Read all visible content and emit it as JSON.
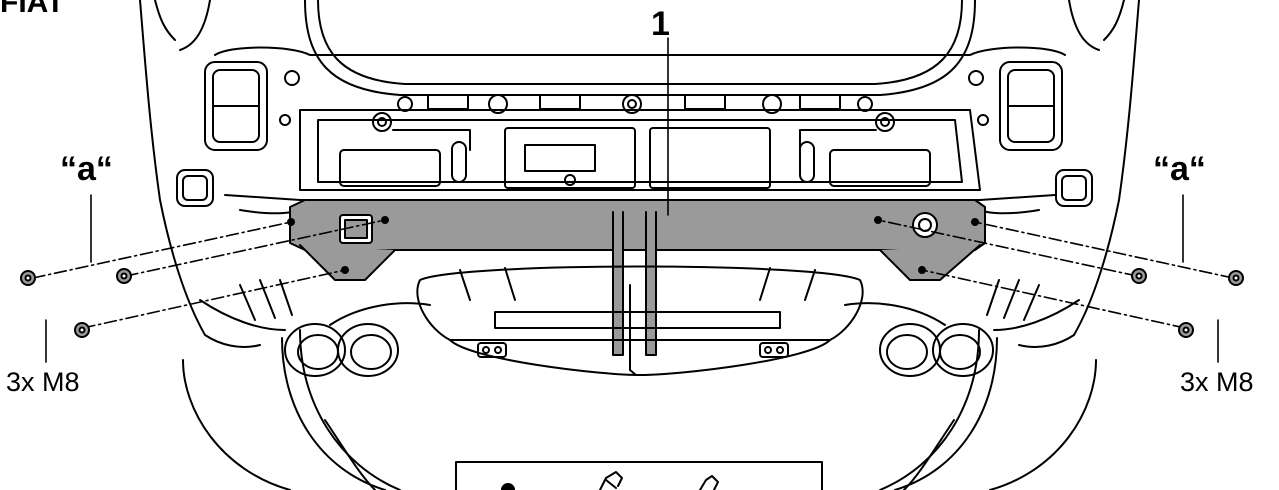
{
  "figure": {
    "title_fragment": "FIAT",
    "part_number": "1",
    "callouts": {
      "left": {
        "marker": "“a“",
        "fastener_spec": "3x M8"
      },
      "right": {
        "marker": "“a“",
        "fastener_spec": "3x M8"
      }
    }
  },
  "colors": {
    "line": "#000000",
    "crossbar_fill": "#9a9a9a",
    "background": "#ffffff"
  }
}
